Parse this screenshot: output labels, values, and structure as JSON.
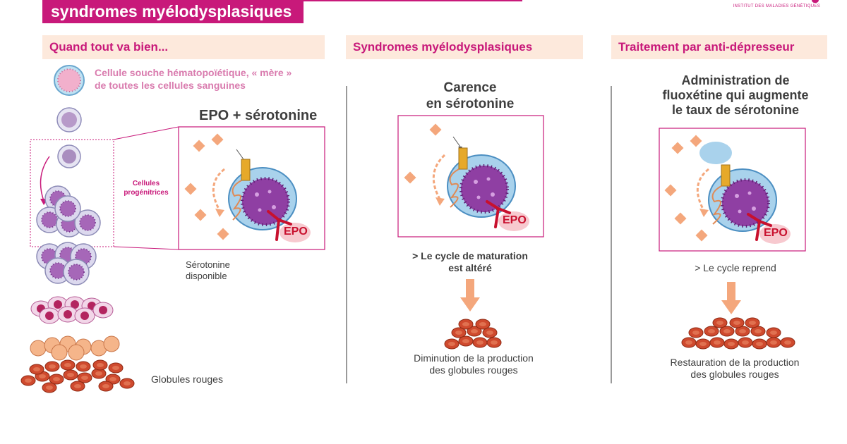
{
  "title": "syndromes myélodysplasiques",
  "institute": "INSTITUT DES MALADIES GÉNÉTIQUES",
  "panels": {
    "left": {
      "header": "Quand tout va bien...",
      "stem_cell_line1": "Cellule souche hématopoïétique, « mère »",
      "stem_cell_line2": "de toutes les cellules sanguines",
      "inset_title": "EPO + sérotonine",
      "progenitor_line1": "Cellules",
      "progenitor_line2": "progénitrices",
      "serotonin_line1": "Sérotonine",
      "serotonin_line2": "disponible",
      "red_cells": "Globules rouges",
      "epo": "EPO"
    },
    "middle": {
      "header": "Syndromes myélodysplasiques",
      "title_line1": "Carence",
      "title_line2": "en sérotonine",
      "cycle_line1": "> Le cycle de maturation",
      "cycle_line2": "est altéré",
      "result_line1": "Diminution de la production",
      "result_line2": "des globules rouges",
      "epo": "EPO"
    },
    "right": {
      "header": "Traitement par anti-dépresseur",
      "title_line1": "Administration de",
      "title_line2": "fluoxétine qui augmente",
      "title_line3": "le taux de sérotonine",
      "cycle": "> Le cycle reprend",
      "result_line1": "Restauration de la production",
      "result_line2": "des globules rouges",
      "epo": "EPO"
    }
  },
  "colors": {
    "brand": "#c8197a",
    "header_bg": "#fde9dc",
    "serotonin": "#f4a77c",
    "cell_purple": "#8a3d9a",
    "red_cell": "#cf4a2e",
    "receptor_red": "#c8102e",
    "epo_bubble": "#f7c9cf",
    "arrow": "#f4a77c"
  },
  "icons": [
    "stem-cell-icon",
    "serotonin-molecule-icon",
    "epo-receptor-icon",
    "red-blood-cell-icon",
    "fluoxetine-molecule-icon",
    "down-arrow-icon"
  ]
}
